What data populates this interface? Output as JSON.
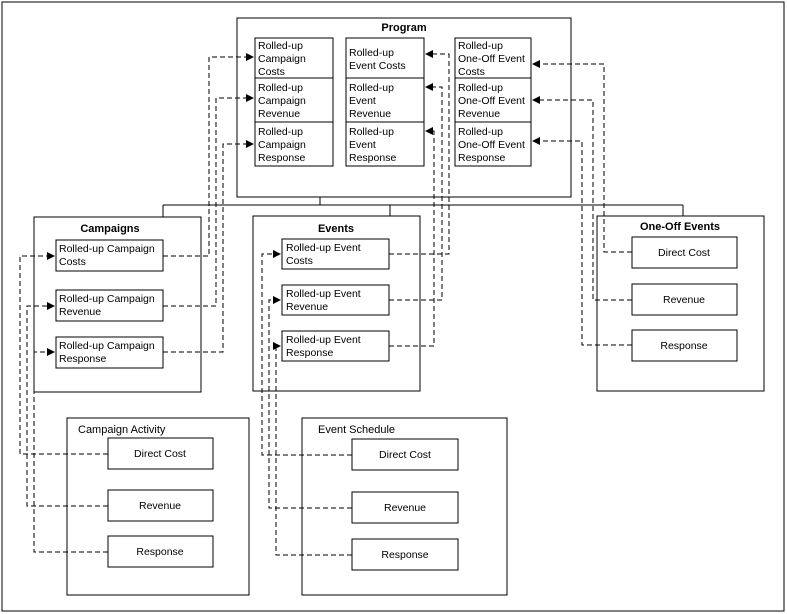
{
  "program": {
    "title": "Program",
    "cells": [
      [
        "Rolled-up",
        "Campaign",
        "Costs"
      ],
      [
        "Rolled-up",
        "Event Costs"
      ],
      [
        "Rolled-up",
        "One-Off Event",
        "Costs"
      ],
      [
        "Rolled-up",
        "Campaign",
        "Revenue"
      ],
      [
        "Rolled-up",
        "Event",
        "Revenue"
      ],
      [
        "Rolled-up",
        "One-Off Event",
        "Revenue"
      ],
      [
        "Rolled-up",
        "Campaign",
        "Response"
      ],
      [
        "Rolled-up",
        "Event",
        "Response"
      ],
      [
        "Rolled-up",
        "One-Off Event",
        "Response"
      ]
    ]
  },
  "campaigns": {
    "title": "Campaigns",
    "items": [
      [
        "Rolled-up Campaign",
        "Costs"
      ],
      [
        "Rolled-up Campaign",
        "Revenue"
      ],
      [
        "Rolled-up Campaign",
        "Response"
      ]
    ]
  },
  "events": {
    "title": "Events",
    "items": [
      [
        "Rolled-up Event",
        "Costs"
      ],
      [
        "Rolled-up Event",
        "Revenue"
      ],
      [
        "Rolled-up Event",
        "Response"
      ]
    ]
  },
  "oneoff": {
    "title": "One-Off Events",
    "items": [
      "Direct Cost",
      "Revenue",
      "Response"
    ]
  },
  "campaign_activity": {
    "title": "Campaign Activity",
    "items": [
      "Direct Cost",
      "Revenue",
      "Response"
    ]
  },
  "event_schedule": {
    "title": "Event Schedule",
    "items": [
      "Direct Cost",
      "Revenue",
      "Response"
    ]
  }
}
